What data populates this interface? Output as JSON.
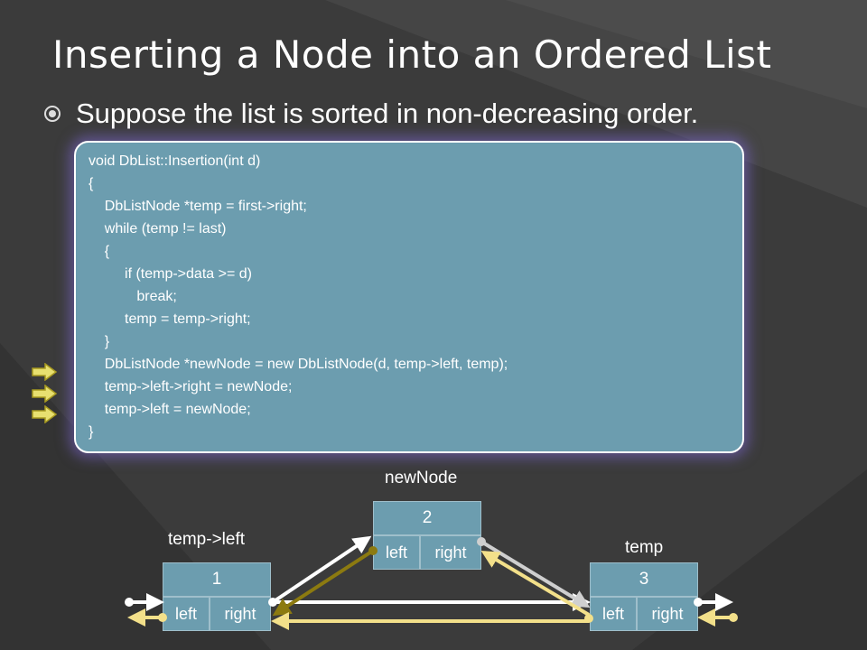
{
  "slide": {
    "title": "Inserting a Node into an Ordered List",
    "bullet": "Suppose the list is sorted in non-decreasing order."
  },
  "code": [
    "void DbList::Insertion(int d)",
    "{",
    "    DbListNode *temp = first->right;",
    "    while (temp != last)",
    "    {",
    "         if (temp->data >= d)",
    "            break;",
    "         temp = temp->right;",
    "    }",
    "    DbListNode *newNode = new DbListNode(d, temp->left, temp);",
    "    temp->left->right = newNode;",
    "    temp->left = newNode;",
    "}"
  ],
  "diagram": {
    "label_newnode": "newNode",
    "label_templeft": "temp->left",
    "label_temp": "temp",
    "nodes": [
      {
        "value": "1",
        "left": "left",
        "right": "right"
      },
      {
        "value": "2",
        "left": "left",
        "right": "right"
      },
      {
        "value": "3",
        "left": "left",
        "right": "right"
      }
    ]
  },
  "colors": {
    "background": "#3a3a3a",
    "code_fill": "#6c9daf",
    "white_link": "#ffffff",
    "gold_link": "#8c7a10",
    "yellow_link": "#f3e08a",
    "gray_link": "#cfcfcf",
    "marker_arrow": "#e8e070"
  },
  "icons": {
    "bullet": "circled-dot-icon",
    "line_marker": "right-arrow-icon"
  }
}
